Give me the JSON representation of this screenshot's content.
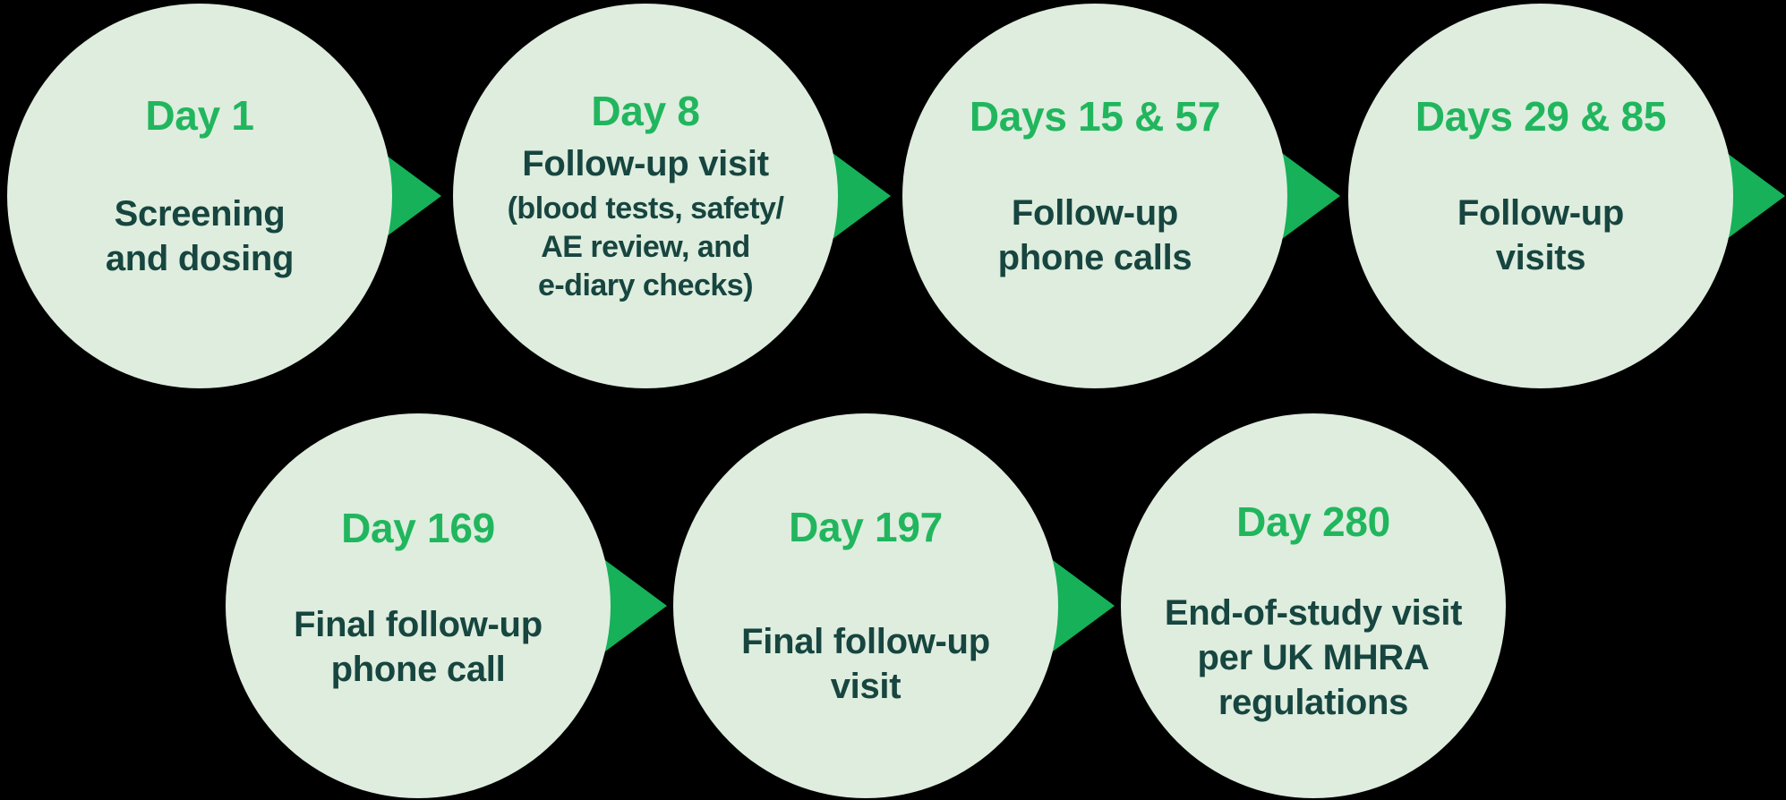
{
  "colors": {
    "background": "#000000",
    "circle_fill": "#DEEDDE",
    "heading_green": "#21B65E",
    "body_teal": "#17453F",
    "arrow_green": "#16B159"
  },
  "steps": [
    {
      "heading": "Day 1",
      "body": "Screening\nand dosing"
    },
    {
      "heading": "Day 8",
      "body": "Follow-up visit",
      "note": "(blood tests, safety/\nAE review, and\ne-diary checks)"
    },
    {
      "heading": "Days 15 & 57",
      "body": "Follow-up\nphone calls"
    },
    {
      "heading": "Days 29 & 85",
      "body": "Follow-up\nvisits"
    },
    {
      "heading": "Day 169",
      "body": "Final follow-up\nphone call"
    },
    {
      "heading": "Day 197",
      "body": "Final follow-up\nvisit"
    },
    {
      "heading": "Day 280",
      "body": "End-of-study visit\nper UK MHRA\nregulations"
    }
  ]
}
